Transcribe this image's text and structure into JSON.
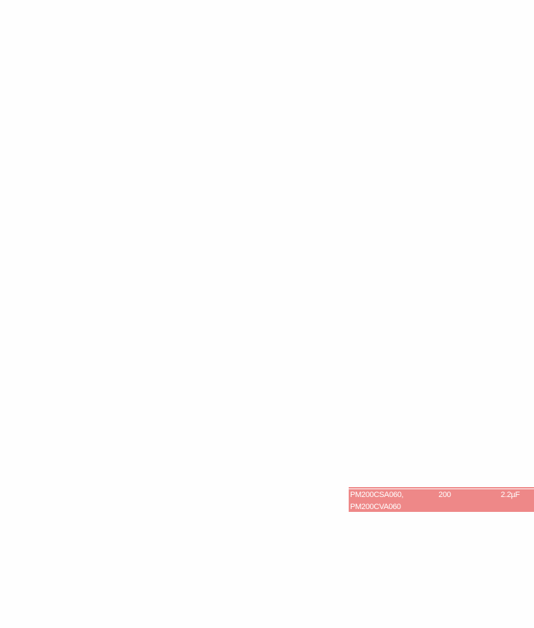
{
  "table_row": {
    "part_numbers": [
      "PM200CSA060,",
      "PM200CVA060"
    ],
    "rating": "200",
    "capacitance": "2.2µF",
    "highlight_color": "#ee8888"
  }
}
